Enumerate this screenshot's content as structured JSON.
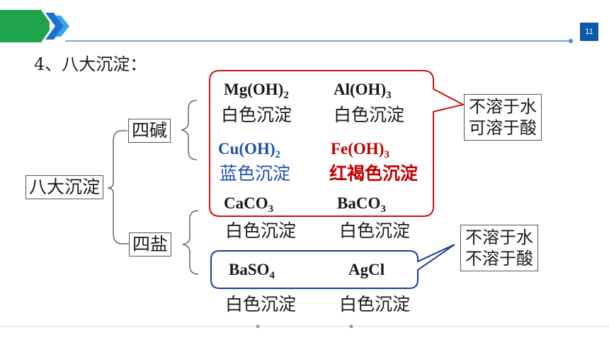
{
  "header": {
    "page_number": "11"
  },
  "title": "4、八大沉淀：",
  "root_label": "八大沉淀",
  "groups": {
    "bases": {
      "label": "四碱"
    },
    "salts": {
      "label": "四盐"
    }
  },
  "items": [
    {
      "formula": "Mg(OH)",
      "sub": "2",
      "desc": "白色沉淀",
      "color": "#1a1a1a"
    },
    {
      "formula": "Al(OH)",
      "sub": "3",
      "desc": "白色沉淀",
      "color": "#1a1a1a"
    },
    {
      "formula": "Cu(OH)",
      "sub": "2",
      "desc": "蓝色沉淀",
      "color": "#1f4fb0"
    },
    {
      "formula": "Fe(OH)",
      "sub": "3",
      "desc": "红褐色沉淀",
      "color": "#c00000"
    },
    {
      "formula": "CaCO",
      "sub": "3",
      "desc": "白色沉淀",
      "color": "#1a1a1a"
    },
    {
      "formula": "BaCO",
      "sub": "3",
      "desc": "白色沉淀",
      "color": "#1a1a1a"
    },
    {
      "formula": "BaSO",
      "sub": "4",
      "desc": "白色沉淀",
      "color": "#1a1a1a"
    },
    {
      "formula": "AgCl",
      "sub": "",
      "desc": "白色沉淀",
      "color": "#1a1a1a"
    }
  ],
  "callouts": {
    "red": {
      "line1": "不溶于水",
      "line2": "可溶于酸",
      "border_color": "#d01010"
    },
    "blue": {
      "line1": "不溶于水",
      "line2": "不溶于酸",
      "border_color": "#1a3a9c"
    }
  },
  "colors": {
    "accent_green": "#1fa34a",
    "accent_blue": "#1e6fd0"
  }
}
